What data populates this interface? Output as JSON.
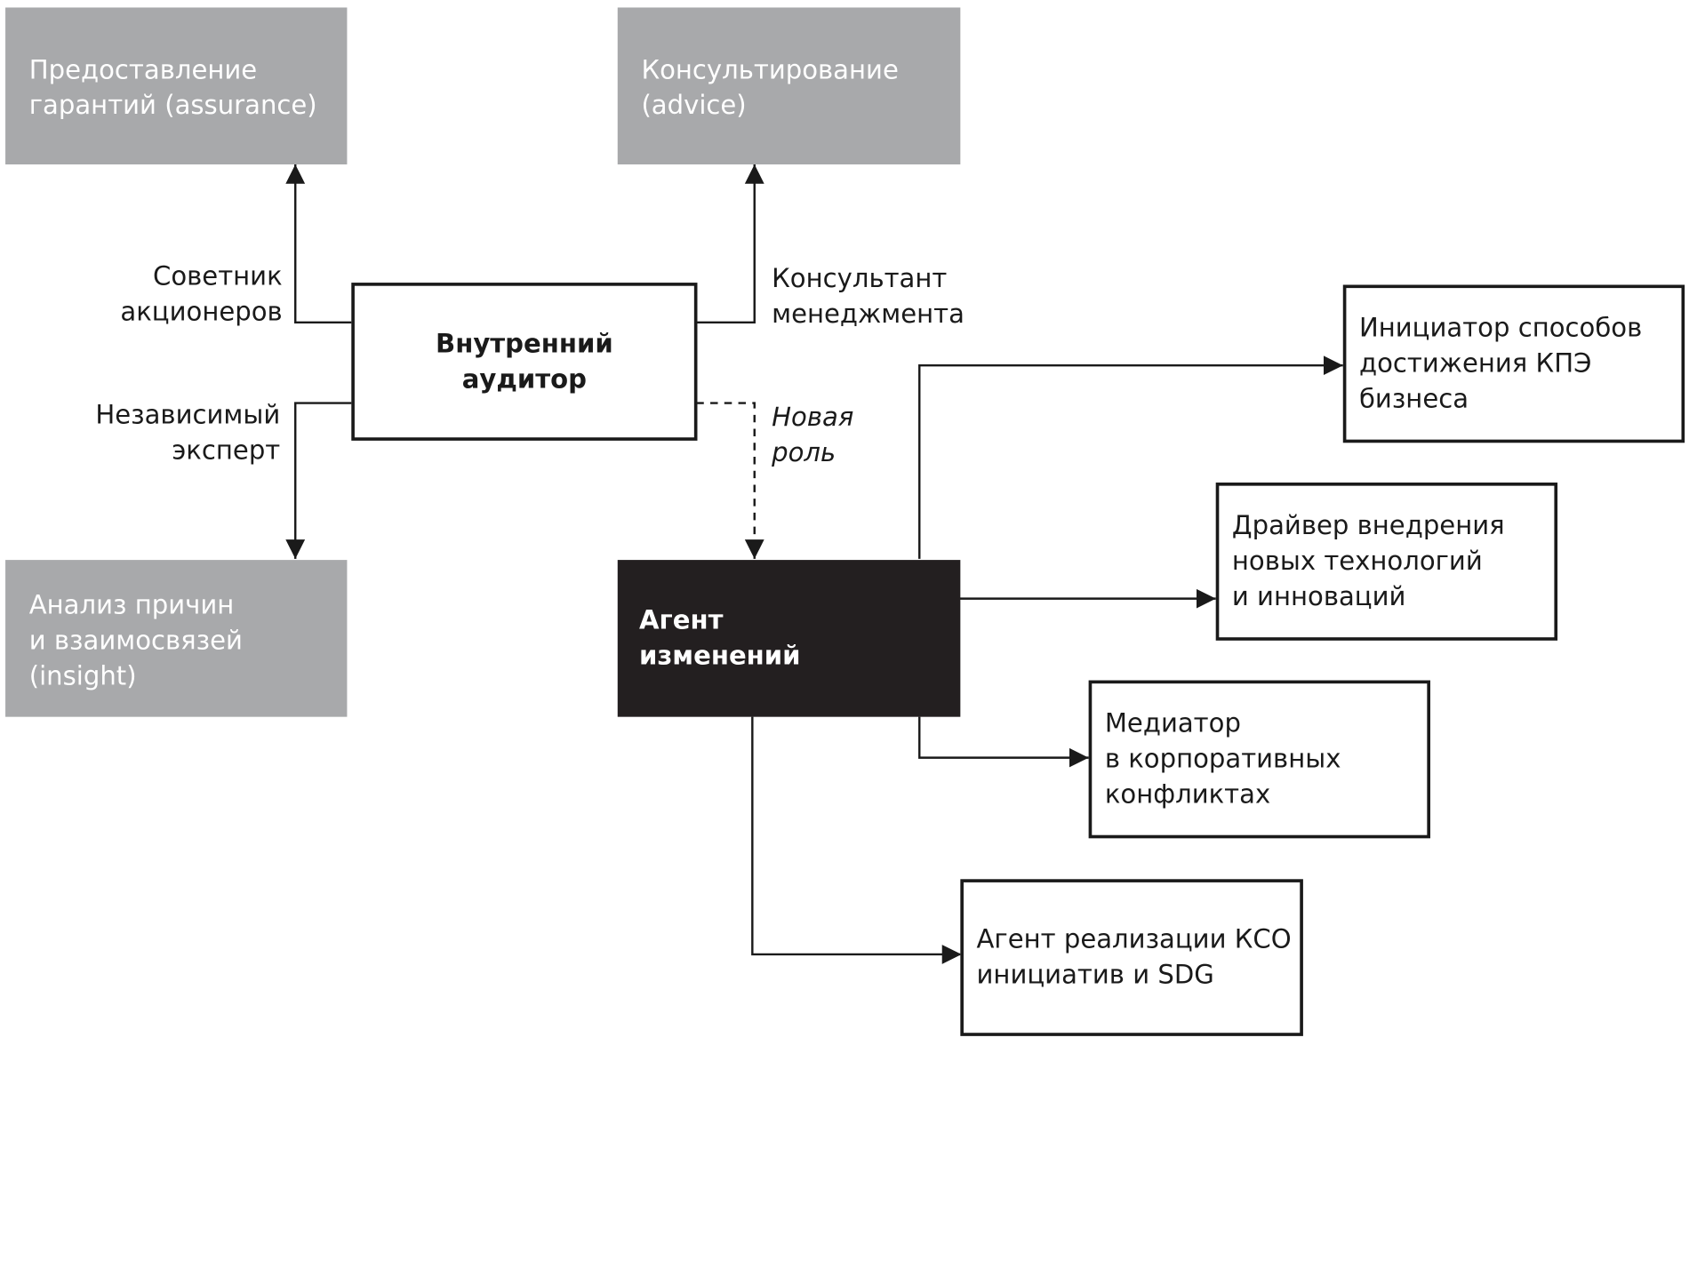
{
  "diagram": {
    "assurance": [
      "Предоставление",
      "гарантий (assurance)"
    ],
    "advice": [
      "Консультирование",
      "(advice)"
    ],
    "insight": [
      "Анализ причин",
      "и взаимосвязей",
      "(insight)"
    ],
    "auditor": [
      "Внутренний",
      "аудитор"
    ],
    "change_agent": [
      "Агент",
      "изменений"
    ],
    "kpi": [
      "Инициатор способов",
      "достижения КПЭ",
      "бизнеса"
    ],
    "tech": [
      "Драйвер внедрения",
      "новых технологий",
      "и инноваций"
    ],
    "mediator": [
      "Медиатор",
      "в корпоративных",
      "конфликтах"
    ],
    "csr": [
      "Агент реализации КСО",
      "инициатив и SDG"
    ],
    "label_advisor": [
      "Советник",
      "акционеров"
    ],
    "label_consultant": [
      "Консультант",
      "менеджмента"
    ],
    "label_expert": [
      "Независимый",
      "эксперт"
    ],
    "label_new_role": [
      "Новая",
      "роль"
    ]
  },
  "colors": {
    "gray_box": "#a8a9ab",
    "dark_box": "#231f20",
    "stroke": "#1a1a1a"
  }
}
